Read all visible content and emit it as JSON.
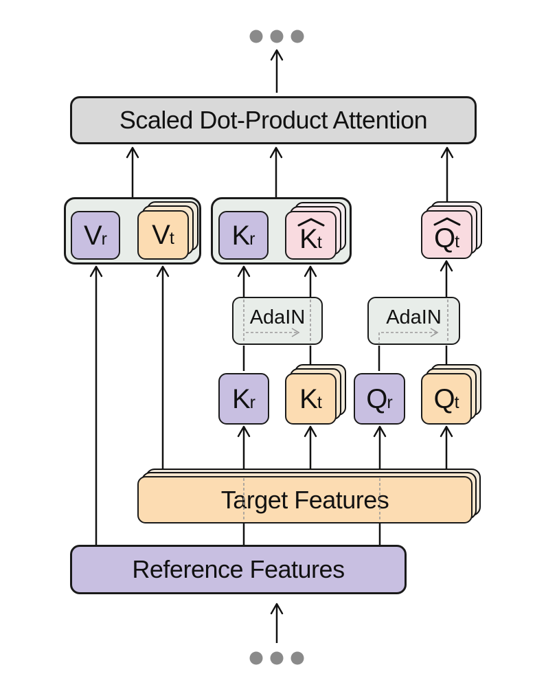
{
  "figure": {
    "attention_label": "Scaled Dot-Product Attention",
    "adain_left_label": "AdaIN",
    "adain_right_label": "AdaIN",
    "target_label": "Target Features",
    "reference_label": "Reference Features",
    "nodes": {
      "v_r": {
        "main": "V",
        "sub": "r",
        "hat": false
      },
      "v_t": {
        "main": "V",
        "sub": "t",
        "hat": false
      },
      "k_r_out": {
        "main": "K",
        "sub": "r",
        "hat": false
      },
      "k_t_hat": {
        "main": "K",
        "sub": "t",
        "hat": true
      },
      "q_t_hat": {
        "main": "Q",
        "sub": "t",
        "hat": true
      },
      "k_r_in": {
        "main": "K",
        "sub": "r",
        "hat": false
      },
      "k_t_in": {
        "main": "K",
        "sub": "t",
        "hat": false
      },
      "q_r_in": {
        "main": "Q",
        "sub": "r",
        "hat": false
      },
      "q_t_in": {
        "main": "Q",
        "sub": "t",
        "hat": false
      }
    },
    "icons": {
      "ellipsis_top": "ellipsis-dots",
      "ellipsis_bottom": "ellipsis-dots",
      "hat": "circumflex-hat"
    }
  },
  "colors": {
    "purple": "#c8bfe1",
    "orange": "#fcdcb2",
    "pink": "#f9dbe0",
    "group-bg": "#e8ede9",
    "attention-gray": "#d9d9d9",
    "border": "#1a1a1a",
    "line": "#111111",
    "dots": "#8a8a8a",
    "dashed": "#9a9a9a",
    "orange-back1": "#f8e7cd",
    "orange-back2": "#f0e9db",
    "pink-back1": "#f9e6e9",
    "pink-back2": "#f3ecee",
    "back1-border": "#3f3f3f",
    "back2-border": "#9c9c9c"
  }
}
